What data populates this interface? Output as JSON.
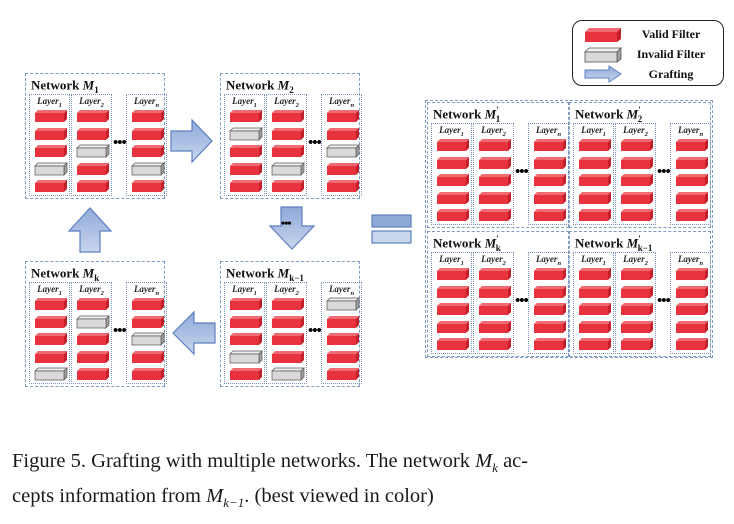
{
  "legend": {
    "items": [
      {
        "label": "Valid Filter",
        "icon": "valid-filter-icon"
      },
      {
        "label": "Invalid Filter",
        "icon": "invalid-filter-icon"
      },
      {
        "label": "Grafting",
        "icon": "grafting-arrow-icon"
      }
    ]
  },
  "colors": {
    "valid_filter": "#e8323e",
    "valid_filter_top": "#f06a72",
    "invalid_filter": "#d9d9d9",
    "invalid_filter_top": "#efefef",
    "arrow_fill_top": "#8fa9d8",
    "arrow_fill_bottom": "#c9d6ee",
    "arrow_stroke": "#5b7fbf",
    "box_border": "#7f9cc4"
  },
  "layer_labels": [
    "Layer",
    "Layer",
    "Layer"
  ],
  "layer_subs": [
    "1",
    "2",
    "n"
  ],
  "ellipsis": "•••",
  "networks": [
    {
      "id": "m1",
      "title_prefix": "Network ",
      "title_var": "M",
      "title_sub": "1",
      "title_prime": "",
      "layers": [
        [
          "V",
          "V",
          "V",
          "I",
          "V"
        ],
        [
          "V",
          "V",
          "I",
          "V",
          "V"
        ],
        [
          "V",
          "V",
          "V",
          "I",
          "V"
        ]
      ]
    },
    {
      "id": "m2",
      "title_prefix": "Network ",
      "title_var": "M",
      "title_sub": "2",
      "title_prime": "",
      "layers": [
        [
          "V",
          "I",
          "V",
          "V",
          "V"
        ],
        [
          "V",
          "V",
          "V",
          "I",
          "V"
        ],
        [
          "V",
          "V",
          "I",
          "V",
          "V"
        ]
      ]
    },
    {
      "id": "mk",
      "title_prefix": "Network ",
      "title_var": "M",
      "title_sub": "k",
      "title_prime": "",
      "layers": [
        [
          "V",
          "V",
          "V",
          "V",
          "I"
        ],
        [
          "V",
          "I",
          "V",
          "V",
          "V"
        ],
        [
          "V",
          "V",
          "I",
          "V",
          "V"
        ]
      ]
    },
    {
      "id": "mk-1",
      "title_prefix": "Network ",
      "title_var": "M",
      "title_sub": "k−1",
      "title_prime": "",
      "layers": [
        [
          "V",
          "V",
          "V",
          "I",
          "V"
        ],
        [
          "V",
          "V",
          "V",
          "V",
          "I"
        ],
        [
          "I",
          "V",
          "V",
          "V",
          "V"
        ]
      ]
    },
    {
      "id": "m1p",
      "title_prefix": "Network ",
      "title_var": "M",
      "title_sub": "1",
      "title_prime": "′",
      "layers": [
        [
          "V",
          "V",
          "V",
          "V",
          "V"
        ],
        [
          "V",
          "V",
          "V",
          "V",
          "V"
        ],
        [
          "V",
          "V",
          "V",
          "V",
          "V"
        ]
      ]
    },
    {
      "id": "m2p",
      "title_prefix": "Network ",
      "title_var": "M",
      "title_sub": "2",
      "title_prime": "′",
      "layers": [
        [
          "V",
          "V",
          "V",
          "V",
          "V"
        ],
        [
          "V",
          "V",
          "V",
          "V",
          "V"
        ],
        [
          "V",
          "V",
          "V",
          "V",
          "V"
        ]
      ]
    },
    {
      "id": "mkp",
      "title_prefix": "Network ",
      "title_var": "M",
      "title_sub": "k",
      "title_prime": "′",
      "layers": [
        [
          "V",
          "V",
          "V",
          "V",
          "V"
        ],
        [
          "V",
          "V",
          "V",
          "V",
          "V"
        ],
        [
          "V",
          "V",
          "V",
          "V",
          "V"
        ]
      ]
    },
    {
      "id": "mk-1p",
      "title_prefix": "Network ",
      "title_var": "M",
      "title_sub": "k−1",
      "title_prime": "′",
      "layers": [
        [
          "V",
          "V",
          "V",
          "V",
          "V"
        ],
        [
          "V",
          "V",
          "V",
          "V",
          "V"
        ],
        [
          "V",
          "V",
          "V",
          "V",
          "V"
        ]
      ]
    }
  ],
  "flow": {
    "arrows": [
      {
        "from": "Network M1",
        "to": "Network M2",
        "direction": "right"
      },
      {
        "from": "Network M2",
        "to": "Network Mk-1",
        "direction": "down",
        "label": "•••"
      },
      {
        "from": "Network Mk-1",
        "to": "Network Mk",
        "direction": "left"
      },
      {
        "from": "Network Mk",
        "to": "Network M1",
        "direction": "up"
      }
    ],
    "equals": "="
  },
  "caption": {
    "line1_text": "Figure 5. Grafting with multiple networks.  The network ",
    "line1_var": "M",
    "line1_sub": "k",
    "line1_end": " ac-",
    "line2_start": "cepts information from ",
    "line2_var": "M",
    "line2_sub": "k−1",
    "line2_end": ". (best viewed in color)"
  }
}
